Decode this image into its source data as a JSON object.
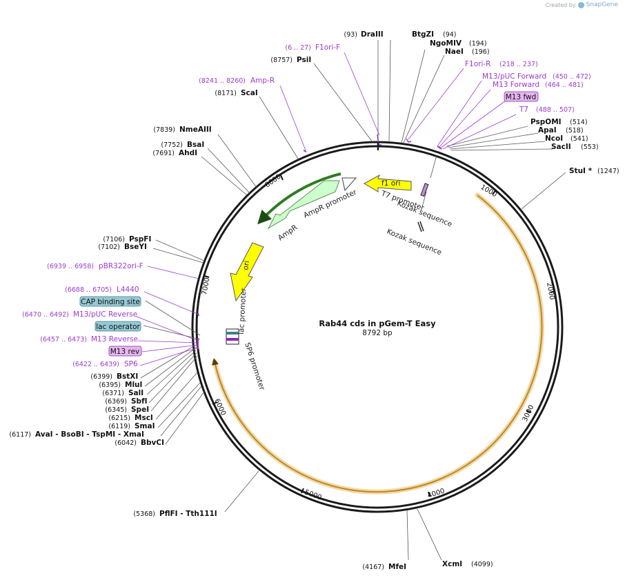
{
  "credit": {
    "prefix": "Created by",
    "brand": "SnapGene"
  },
  "plasmid": {
    "name": "Rab44 cds in pGem-T Easy",
    "length": "8792 bp",
    "bp": 8792
  },
  "ticks": [
    {
      "label": "1000",
      "bp": 1000
    },
    {
      "label": "2000",
      "bp": 2000
    },
    {
      "label": "3000",
      "bp": 3000
    },
    {
      "label": "4000",
      "bp": 4000
    },
    {
      "label": "5000",
      "bp": 5000
    },
    {
      "label": "6000",
      "bp": 6000
    },
    {
      "label": "7000",
      "bp": 7000
    },
    {
      "label": "8000",
      "bp": 8000
    }
  ],
  "sites": [
    {
      "name": "DraIII",
      "pos": "(93)",
      "side": "left"
    },
    {
      "name": "BtgZI",
      "pos": "(94)",
      "side": "right"
    },
    {
      "name": "NgoMIV",
      "pos": "(194)",
      "side": "right"
    },
    {
      "name": "NaeI",
      "pos": "(196)",
      "side": "right"
    },
    {
      "name": "PsiI",
      "pos": "(8757)",
      "side": "left"
    },
    {
      "name": "ScaI",
      "pos": "(8171)",
      "side": "left"
    },
    {
      "name": "NmeAIII",
      "pos": "(7839)",
      "side": "left"
    },
    {
      "name": "BsaI",
      "pos": "(7752)",
      "side": "left"
    },
    {
      "name": "AhdI",
      "pos": "(7691)",
      "side": "left"
    },
    {
      "name": "PspOMI",
      "pos": "(514)",
      "side": "right"
    },
    {
      "name": "ApaI",
      "pos": "(518)",
      "side": "right"
    },
    {
      "name": "NcoI",
      "pos": "(541)",
      "side": "right"
    },
    {
      "name": "SacII",
      "pos": "(553)",
      "side": "right"
    },
    {
      "name": "StuI *",
      "pos": "(1247)",
      "side": "right"
    },
    {
      "name": "PspFI",
      "pos": "(7106)",
      "side": "left"
    },
    {
      "name": "BseYI",
      "pos": "(7102)",
      "side": "left"
    },
    {
      "name": "BstXI",
      "pos": "(6399)",
      "side": "left"
    },
    {
      "name": "MluI",
      "pos": "(6395)",
      "side": "left"
    },
    {
      "name": "SalI",
      "pos": "(6371)",
      "side": "left"
    },
    {
      "name": "SbfI",
      "pos": "(6369)",
      "side": "left"
    },
    {
      "name": "SpeI",
      "pos": "(6345)",
      "side": "left"
    },
    {
      "name": "MscI",
      "pos": "(6215)",
      "side": "left"
    },
    {
      "name": "SmaI",
      "pos": "(6119)",
      "side": "left"
    },
    {
      "name": "AvaI - BsoBI - TspMI - XmaI",
      "pos": "(6117)",
      "side": "left"
    },
    {
      "name": "BbvCI",
      "pos": "(6042)",
      "side": "left"
    },
    {
      "name": "PflFI - Tth111I",
      "pos": "(5368)",
      "side": "left"
    },
    {
      "name": "MfeI",
      "pos": "(4167)",
      "side": "left"
    },
    {
      "name": "XcmI",
      "pos": "(4099)",
      "side": "right"
    }
  ],
  "primers": [
    {
      "name": "F1ori-F",
      "pos": "(6 .. 27)",
      "side": "left"
    },
    {
      "name": "Amp-R",
      "pos": "(8241 .. 8260)",
      "side": "left"
    },
    {
      "name": "F1ori-R",
      "pos": "(218 .. 237)",
      "side": "right"
    },
    {
      "name": "M13/pUC Forward",
      "pos": "(450 .. 472)",
      "side": "right"
    },
    {
      "name": "M13 Forward",
      "pos": "(464 .. 481)",
      "side": "right"
    },
    {
      "name": "T7",
      "pos": "(488 .. 507)",
      "side": "right"
    },
    {
      "name": "pBR322ori-F",
      "pos": "(6939 .. 6958)",
      "side": "left"
    },
    {
      "name": "L4440",
      "pos": "(6688 .. 6705)",
      "side": "left"
    },
    {
      "name": "M13/pUC Reverse",
      "pos": "(6470 .. 6492)",
      "side": "left"
    },
    {
      "name": "M13 Reverse",
      "pos": "(6457 .. 6473)",
      "side": "left"
    },
    {
      "name": "SP6",
      "pos": "(6422 .. 6439)",
      "side": "left"
    }
  ],
  "boxed_labels": [
    {
      "text": "M13 fwd",
      "color": "#e4b6ee",
      "border": "#8a2ab0"
    },
    {
      "text": "CAP binding site",
      "color": "#96c8d4",
      "border": "#3f7f8f"
    },
    {
      "text": "lac operator",
      "color": "#96c8d4",
      "border": "#3f7f8f"
    },
    {
      "text": "M13 rev",
      "color": "#e4b6ee",
      "border": "#8a2ab0"
    }
  ],
  "features": [
    {
      "name": "f1 ori",
      "color": "#ffff00"
    },
    {
      "name": "T7 promoter",
      "color": "#ffffff"
    },
    {
      "name": "Kozak sequence",
      "color": "#ffffff"
    },
    {
      "name": "Kozak sequence",
      "color": "#ffffff"
    },
    {
      "name": "AmpR promoter",
      "color": "#ffffff"
    },
    {
      "name": "AmpR",
      "color": "#ccffcc"
    },
    {
      "name": "ori",
      "color": "#ffff00"
    },
    {
      "name": "lac promoter",
      "color": "#ffffff"
    },
    {
      "name": "SP6 promoter",
      "color": "#ffffff"
    }
  ],
  "colors": {
    "backbone": "#1a1a1a",
    "orf": "#f6c671",
    "primer": "#9b3ad1",
    "ampr_dark": "#2e7d1f",
    "cap": "#96c8d4",
    "m13": "#e4b6ee"
  }
}
